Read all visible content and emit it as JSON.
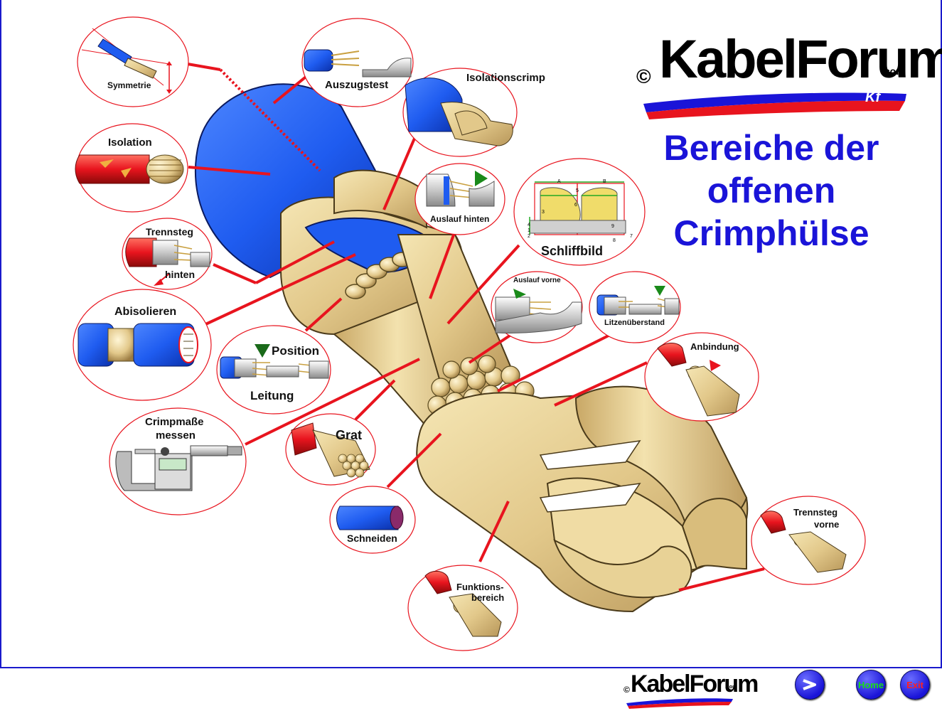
{
  "title": {
    "line1": "Bereiche der",
    "line2": "offenen",
    "line3": "Crimphülse"
  },
  "logo": {
    "copyright": "©",
    "word": "KabelForum",
    "domain": ".com",
    "monogram": "Kf"
  },
  "bubbles": {
    "symmetrie": "Symmetrie",
    "auszugstest": "Auszugstest",
    "isolationscrimp": "Isolationscrimp",
    "isolation": "Isolation",
    "auslauf_hinten": "Auslauf hinten",
    "schliffbild": "Schliffbild",
    "trennsteg_hinten_1": "Trennsteg",
    "trennsteg_hinten_2": "hinten",
    "abisolieren": "Abisolieren",
    "auslauf_vorne": "Auslauf vorne",
    "litzenueberstand": "Litzenüberstand",
    "position": "Position",
    "leitung": "Leitung",
    "anbindung": "Anbindung",
    "crimpmasse_1": "Crimpmaße",
    "crimpmasse_2": "messen",
    "grat": "Grat",
    "schneiden": "Schneiden",
    "trennsteg_vorne_1": "Trennsteg",
    "trennsteg_vorne_2": "vorne",
    "funktions_1": "Funktions-",
    "funktions_2": "bereich"
  },
  "schliff_labels": [
    "A",
    "B",
    "5",
    "3",
    "6",
    "9",
    "4",
    "1",
    "2",
    "7",
    "8"
  ],
  "footer": {
    "next_icon": "next-arrow-icon",
    "home_label": "Home",
    "exit_label": "Exit"
  },
  "colors": {
    "accent_blue": "#1a14d8",
    "leader_red": "#e8141e",
    "brass": "#e6cf8e",
    "insulation_blue": "#1f5cf0"
  }
}
